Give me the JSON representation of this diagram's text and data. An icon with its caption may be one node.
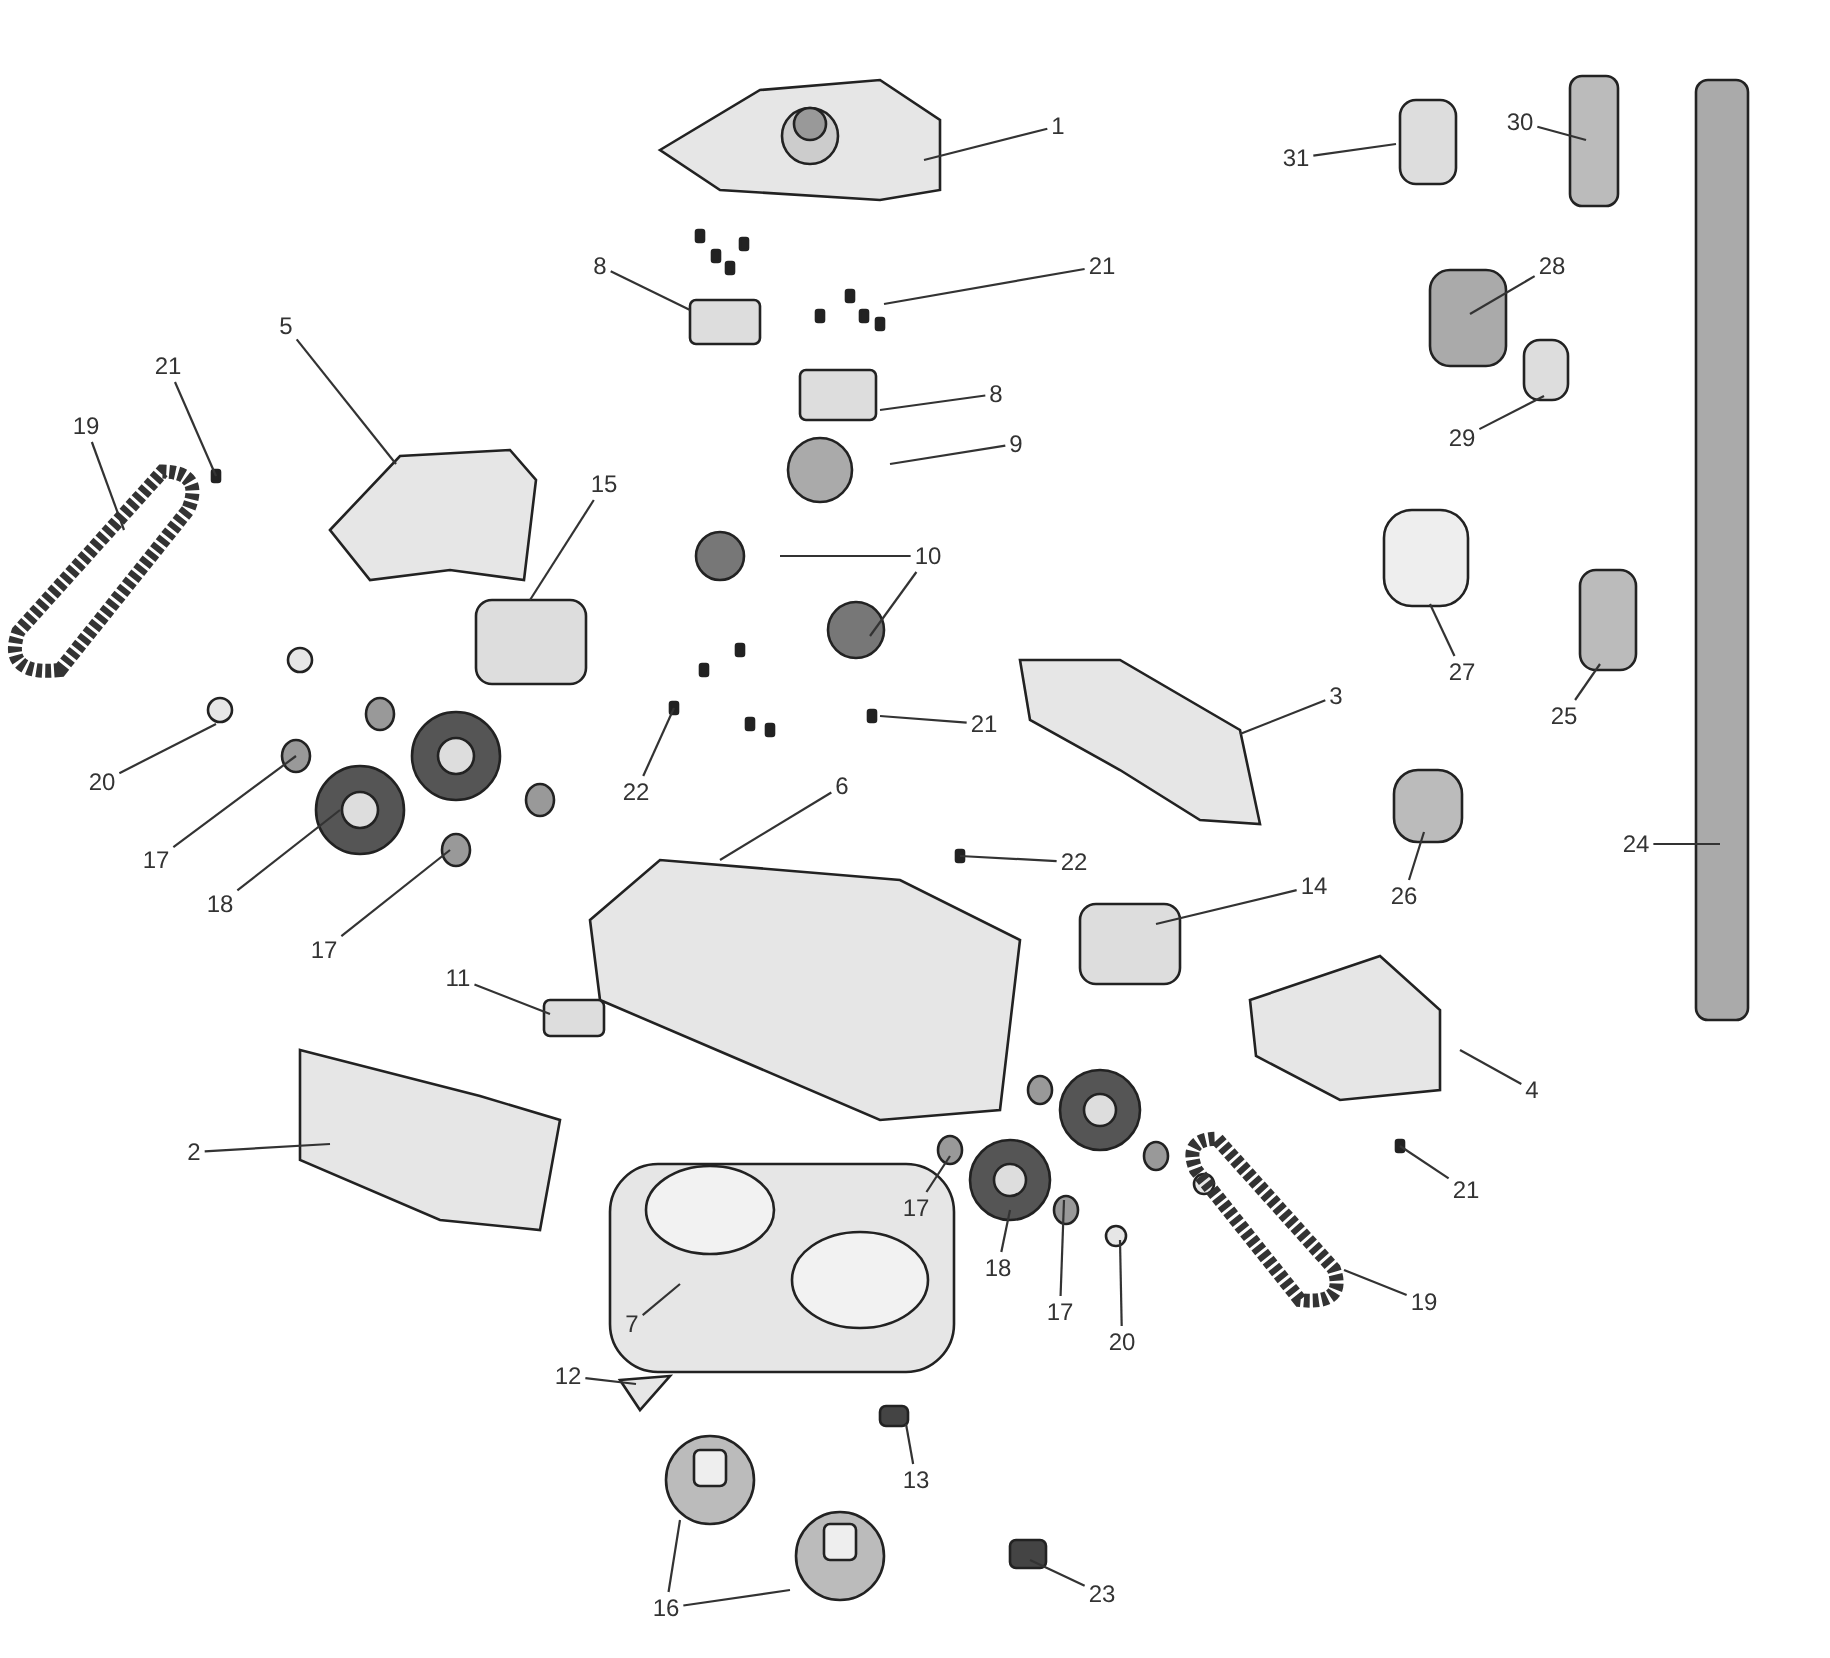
{
  "diagram": {
    "nodes": [
      {
        "text": [
          "30"
        ]
      },
      {
        "text": [
          "1"
        ]
      },
      {
        "text": [
          "31"
        ]
      },
      {
        "text": [
          "8"
        ]
      },
      {
        "text": [
          "21"
        ]
      },
      {
        "text": [
          "28"
        ]
      },
      {
        "text": [
          "5"
        ]
      },
      {
        "text": [
          "21"
        ]
      },
      {
        "text": [
          "8"
        ]
      },
      {
        "text": [
          "19"
        ]
      },
      {
        "text": [
          "29"
        ]
      },
      {
        "text": [
          "9"
        ]
      },
      {
        "text": [
          "15"
        ]
      },
      {
        "text": [
          "10"
        ]
      },
      {
        "text": [
          "27"
        ]
      },
      {
        "text": [
          "3"
        ]
      },
      {
        "text": [
          "25"
        ]
      },
      {
        "text": [
          "21"
        ]
      },
      {
        "text": [
          "20"
        ]
      },
      {
        "text": [
          "6"
        ]
      },
      {
        "text": [
          "22"
        ]
      },
      {
        "text": [
          "24"
        ]
      },
      {
        "text": [
          "17"
        ]
      },
      {
        "text": [
          "22"
        ]
      },
      {
        "text": [
          "18"
        ]
      },
      {
        "text": [
          "26"
        ]
      },
      {
        "text": [
          "14"
        ]
      },
      {
        "text": [
          "17"
        ]
      },
      {
        "text": [
          "11"
        ]
      },
      {
        "text": [
          "4"
        ]
      },
      {
        "text": [
          "2"
        ]
      },
      {
        "text": [
          "21"
        ]
      },
      {
        "text": [
          "17"
        ]
      },
      {
        "text": [
          "19"
        ]
      },
      {
        "text": [
          "18"
        ]
      },
      {
        "text": [
          "17"
        ]
      },
      {
        "text": [
          "20"
        ]
      },
      {
        "text": [
          "7"
        ]
      },
      {
        "text": [
          "12"
        ]
      },
      {
        "text": [
          "13"
        ]
      },
      {
        "text": [
          "16"
        ]
      },
      {
        "text": [
          "23"
        ]
      }
    ],
    "edges": [
      {
        "from": 0,
        "to": null,
        "arrow": "none"
      },
      {
        "from": 1,
        "to": null,
        "arrow": "none"
      },
      {
        "from": 2,
        "to": null,
        "arrow": "none"
      },
      {
        "from": 3,
        "to": null,
        "arrow": "none"
      },
      {
        "from": 4,
        "to": null,
        "arrow": "none"
      },
      {
        "from": 5,
        "to": null,
        "arrow": "none"
      },
      {
        "from": 6,
        "to": null,
        "arrow": "none"
      },
      {
        "from": 7,
        "to": null,
        "arrow": "none"
      },
      {
        "from": 8,
        "to": null,
        "arrow": "none"
      },
      {
        "from": 9,
        "to": null,
        "arrow": "none"
      },
      {
        "from": 10,
        "to": null,
        "arrow": "none"
      },
      {
        "from": 11,
        "to": null,
        "arrow": "none"
      },
      {
        "from": 12,
        "to": null,
        "arrow": "none"
      },
      {
        "from": 13,
        "to": null,
        "arrow": "none"
      },
      {
        "from": 13,
        "to": null,
        "arrow": "none"
      },
      {
        "from": 14,
        "to": null,
        "arrow": "none"
      },
      {
        "from": 15,
        "to": null,
        "arrow": "none"
      },
      {
        "from": 16,
        "to": null,
        "arrow": "none"
      },
      {
        "from": 17,
        "to": null,
        "arrow": "none"
      },
      {
        "from": 18,
        "to": null,
        "arrow": "none"
      },
      {
        "from": 19,
        "to": null,
        "arrow": "none"
      },
      {
        "from": 20,
        "to": null,
        "arrow": "none"
      },
      {
        "from": 21,
        "to": null,
        "arrow": "none"
      },
      {
        "from": 22,
        "to": null,
        "arrow": "none"
      },
      {
        "from": 23,
        "to": null,
        "arrow": "none"
      },
      {
        "from": 24,
        "to": null,
        "arrow": "none"
      },
      {
        "from": 25,
        "to": null,
        "arrow": "none"
      },
      {
        "from": 26,
        "to": null,
        "arrow": "none"
      },
      {
        "from": 27,
        "to": null,
        "arrow": "none"
      },
      {
        "from": 28,
        "to": null,
        "arrow": "none"
      },
      {
        "from": 29,
        "to": null,
        "arrow": "none"
      },
      {
        "from": 30,
        "to": null,
        "arrow": "none"
      },
      {
        "from": 31,
        "to": null,
        "arrow": "none"
      },
      {
        "from": 32,
        "to": null,
        "arrow": "none"
      },
      {
        "from": 33,
        "to": null,
        "arrow": "none"
      },
      {
        "from": 34,
        "to": null,
        "arrow": "none"
      },
      {
        "from": 35,
        "to": null,
        "arrow": "none"
      },
      {
        "from": 36,
        "to": null,
        "arrow": "none"
      },
      {
        "from": 37,
        "to": null,
        "arrow": "none"
      },
      {
        "from": 38,
        "to": null,
        "arrow": "none"
      },
      {
        "from": 39,
        "to": null,
        "arrow": "none"
      },
      {
        "from": 40,
        "to": null,
        "arrow": "none"
      },
      {
        "from": 40,
        "to": null,
        "arrow": "none"
      },
      {
        "from": 41,
        "to": null,
        "arrow": "none"
      }
    ]
  }
}
